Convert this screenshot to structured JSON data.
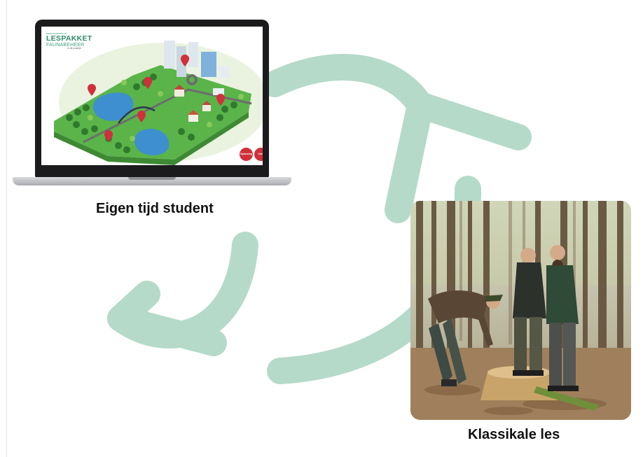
{
  "laptop": {
    "screen_logo": {
      "small_text": "www.ecotoets.nl",
      "line1": "LESPAKKET",
      "line2": "FAUNABEHEER",
      "tagline": "in de praktijk"
    },
    "screen_buttons": [
      "Oplossing",
      "Intro"
    ]
  },
  "labels": {
    "student": "Eigen tijd student",
    "classroom": "Klassikale les"
  },
  "colors": {
    "arrow": "#b5dac9",
    "button_red": "#d1303a",
    "map_green": "#5ab44a",
    "water_blue": "#3d8fd0"
  }
}
